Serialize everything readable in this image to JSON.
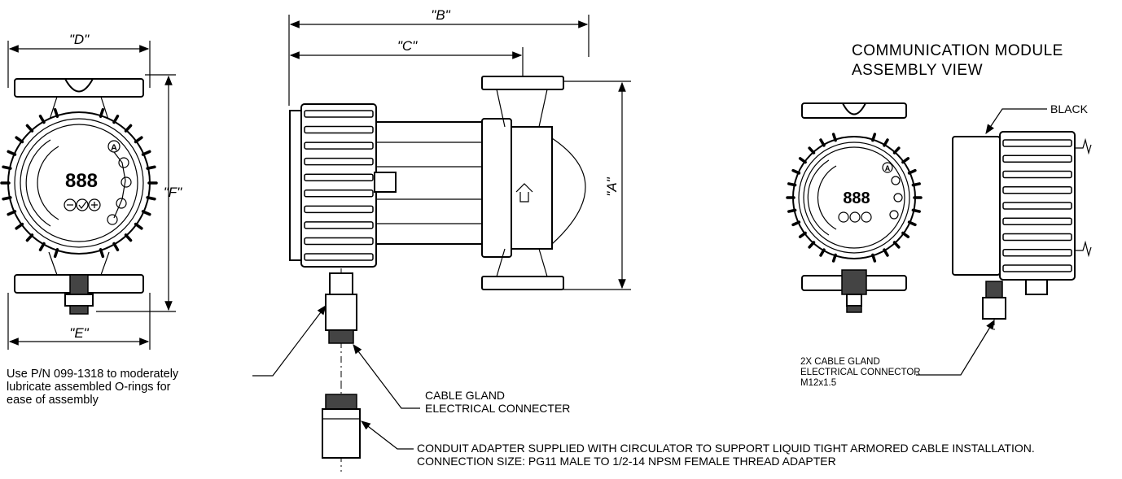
{
  "dimensions": {
    "d": "\"D\"",
    "e": "\"E\"",
    "f": "\"F\"",
    "b": "\"B\"",
    "c": "\"C\"",
    "a": "\"A\""
  },
  "assembly_view": {
    "title_line1": "COMMUNICATION MODULE",
    "title_line2": "ASSEMBLY VIEW",
    "black_label": "BLACK"
  },
  "front_panel": {
    "display_digits": "888",
    "button_a": "A"
  },
  "notes": {
    "lubricate": [
      "Use P/N 099-1318 to moderately",
      "lubricate assembled O-rings for",
      "ease of assembly"
    ],
    "cable_gland": [
      "CABLE GLAND",
      "ELECTRICAL CONNECTER"
    ],
    "cable_gland_2x": [
      "2X CABLE GLAND",
      "ELECTRICAL CONNECTOR",
      "M12x1.5"
    ],
    "conduit": [
      "CONDUIT ADAPTER SUPPLIED WITH CIRCULATOR TO SUPPORT LIQUID TIGHT ARMORED CABLE INSTALLATION.",
      "CONNECTION SIZE: PG11 MALE TO 1/2-14 NPSM FEMALE THREAD ADAPTER"
    ]
  }
}
